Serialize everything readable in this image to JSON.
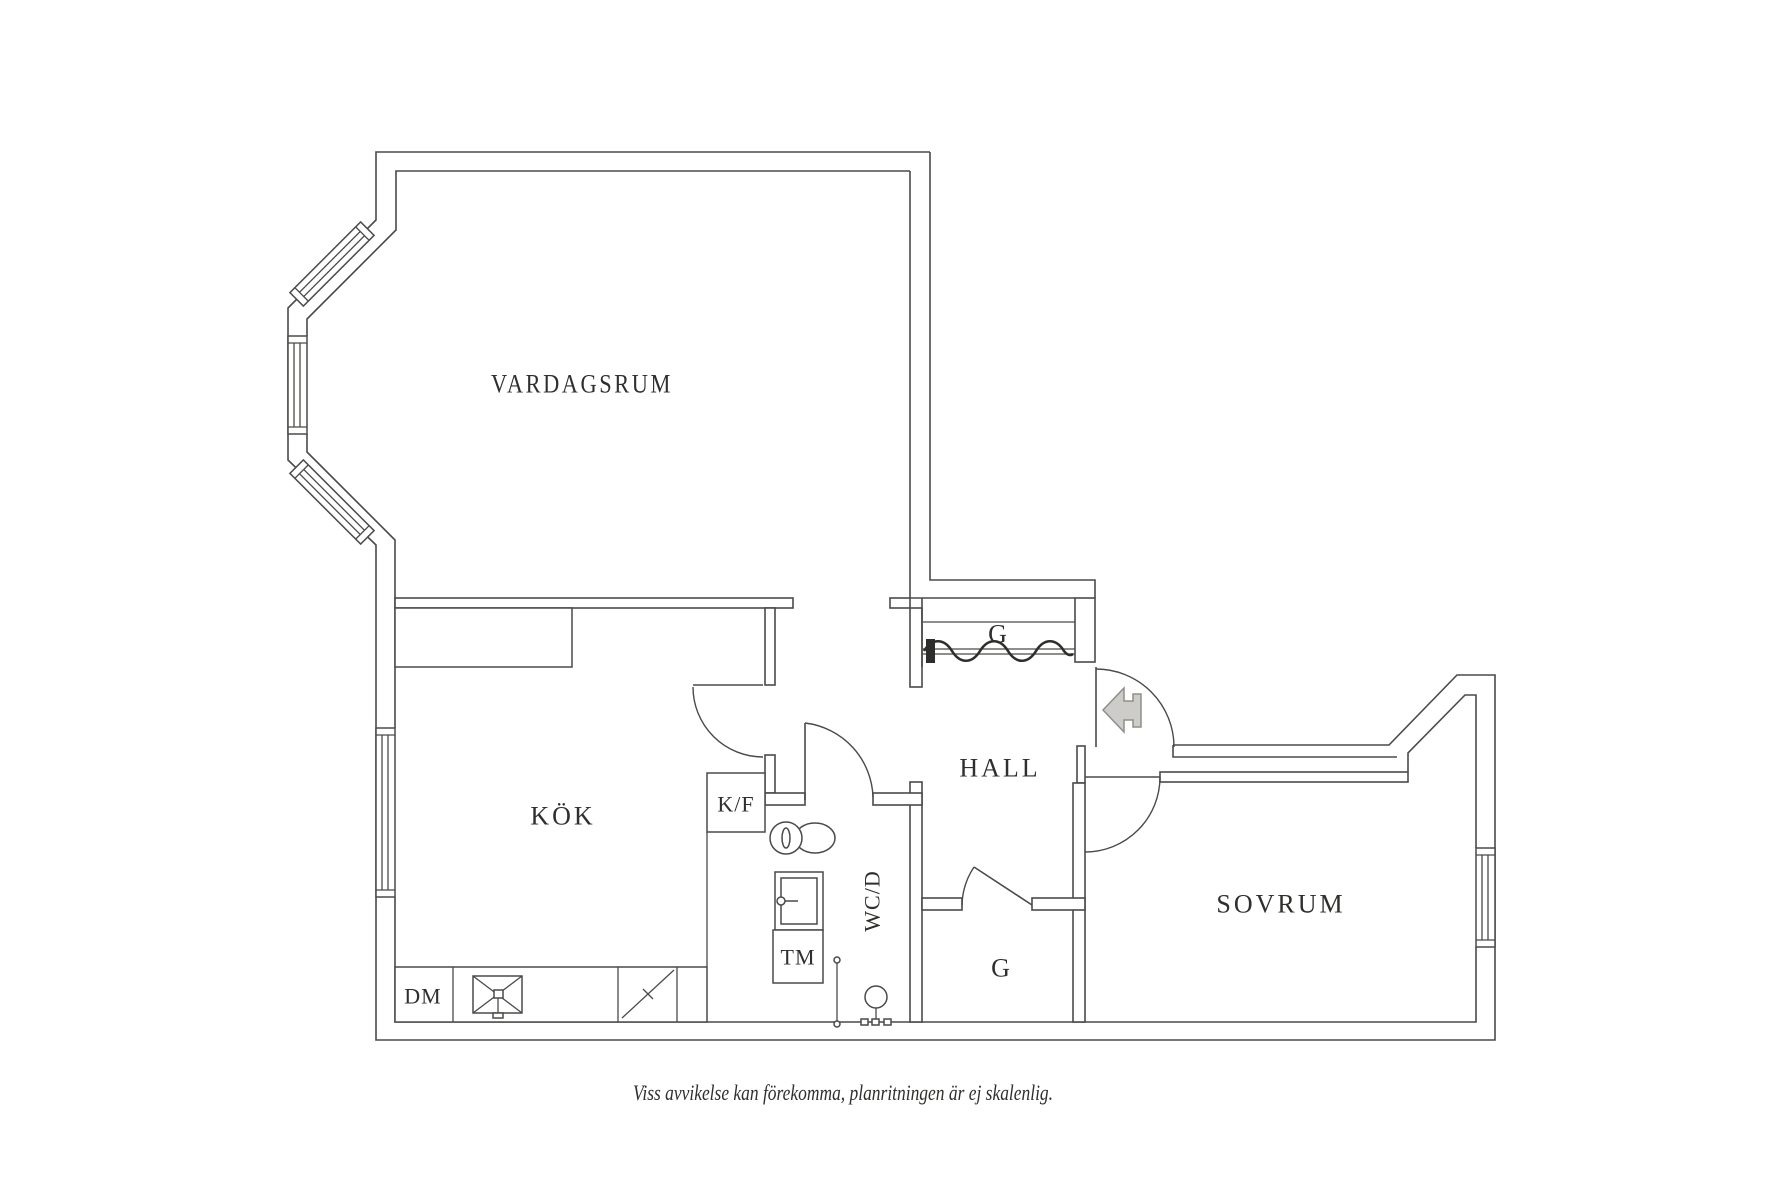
{
  "plan": {
    "rooms": {
      "vardagsrum": "VARDAGSRUM",
      "kok": "KÖK",
      "hall": "HALL",
      "sovrum": "SOVRUM",
      "wcd": "WC/D"
    },
    "closets": {
      "top": "G",
      "bottom": "G"
    },
    "appliances": {
      "fridge_freezer": "K/F",
      "dishwasher": "DM",
      "washing_machine": "TM"
    },
    "caption": "Viss avvikelse kan förekomma, planritningen är ej skalenlig.",
    "icons": {
      "entry_arrow": "entry-direction-arrow",
      "toilet": "toilet-icon",
      "washbasin": "washbasin-icon",
      "shower": "shower-icon",
      "kitchen_sink": "kitchen-sink-icon",
      "stove": "stove-icon",
      "wardrobe_rail": "wardrobe-rail-icon"
    },
    "colors": {
      "line": "#4a4a48",
      "text": "#2f2f2d",
      "arrow_fill": "#cdccc8",
      "arrow_stroke": "#8f8e8a",
      "background": "#ffffff"
    }
  }
}
